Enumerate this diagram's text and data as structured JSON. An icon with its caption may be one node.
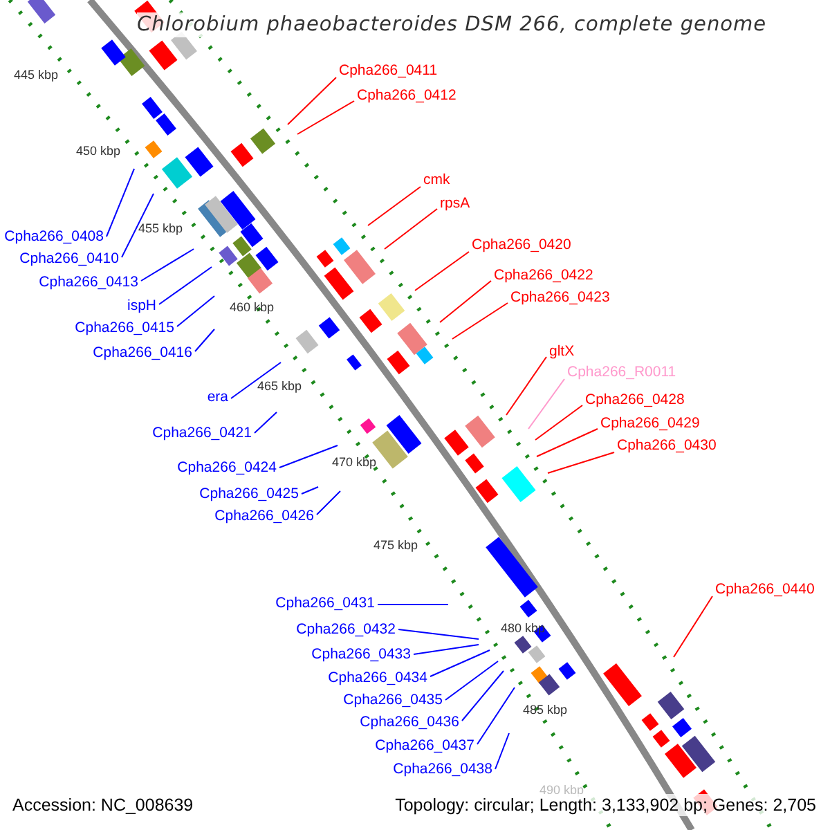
{
  "diagram": {
    "title": "Chlorobium phaeobacteroides DSM 266, complete genome",
    "nodes": [
      {
        "text": [
          "Cpha266_0411"
        ]
      },
      {
        "text": [
          "Cpha266_0412"
        ]
      },
      {
        "text": [
          "cmk"
        ]
      },
      {
        "text": [
          "rpsA"
        ]
      },
      {
        "text": [
          "Cpha266_0408"
        ]
      },
      {
        "text": [
          "Cpha266_0420"
        ]
      },
      {
        "text": [
          "Cpha266_0410"
        ]
      },
      {
        "text": [
          "Cpha266_0422"
        ]
      },
      {
        "text": [
          "Cpha266_0413"
        ]
      },
      {
        "text": [
          "Cpha266_0423"
        ]
      },
      {
        "text": [
          "ispH"
        ]
      },
      {
        "text": [
          "Cpha266_0415"
        ]
      },
      {
        "text": [
          "gltX"
        ]
      },
      {
        "text": [
          "Cpha266_0416"
        ]
      },
      {
        "text": [
          "Cpha266_R0011"
        ]
      },
      {
        "text": [
          "era"
        ]
      },
      {
        "text": [
          "Cpha266_0428"
        ]
      },
      {
        "text": [
          "Cpha266_0429"
        ]
      },
      {
        "text": [
          "Cpha266_0421"
        ]
      },
      {
        "text": [
          "Cpha266_0430"
        ]
      },
      {
        "text": [
          "Cpha266_0424"
        ]
      },
      {
        "text": [
          "Cpha266_0425"
        ]
      },
      {
        "text": [
          "Cpha266_0426"
        ]
      },
      {
        "text": [
          "Cpha266_0440"
        ]
      },
      {
        "text": [
          "Cpha266_0431"
        ]
      },
      {
        "text": [
          "Cpha266_0432"
        ]
      },
      {
        "text": [
          "Cpha266_0433"
        ]
      },
      {
        "text": [
          "Cpha266_0434"
        ]
      },
      {
        "text": [
          "Cpha266_0435"
        ]
      },
      {
        "text": [
          "Cpha266_0436"
        ]
      },
      {
        "text": [
          "Cpha266_0437"
        ]
      },
      {
        "text": [
          "Cpha266_0438"
        ]
      }
    ],
    "edges": [
      {
        "from": 0,
        "to": null,
        "arrow": "none",
        "color": "#ff0000"
      },
      {
        "from": 1,
        "to": null,
        "arrow": "none",
        "color": "#ff0000"
      },
      {
        "from": 2,
        "to": null,
        "arrow": "none",
        "color": "#ff0000"
      },
      {
        "from": 3,
        "to": null,
        "arrow": "none",
        "color": "#ff0000"
      },
      {
        "from": 4,
        "to": null,
        "arrow": "none"
      },
      {
        "from": 5,
        "to": null,
        "arrow": "none",
        "color": "#ff0000"
      },
      {
        "from": 6,
        "to": null,
        "arrow": "none"
      },
      {
        "from": 7,
        "to": null,
        "arrow": "none",
        "color": "#ff0000"
      },
      {
        "from": 8,
        "to": null,
        "arrow": "none"
      },
      {
        "from": 9,
        "to": null,
        "arrow": "none",
        "color": "#ff0000"
      },
      {
        "from": 10,
        "to": null,
        "arrow": "none"
      },
      {
        "from": 11,
        "to": null,
        "arrow": "none"
      },
      {
        "from": 12,
        "to": null,
        "arrow": "none",
        "color": "#ff0000"
      },
      {
        "from": 13,
        "to": null,
        "arrow": "none"
      },
      {
        "from": 14,
        "to": null,
        "arrow": "none",
        "color": "#ff99cc"
      },
      {
        "from": 15,
        "to": null,
        "arrow": "none"
      },
      {
        "from": 16,
        "to": null,
        "arrow": "none",
        "color": "#ff0000"
      },
      {
        "from": 17,
        "to": null,
        "arrow": "none",
        "color": "#ff0000"
      },
      {
        "from": 18,
        "to": null,
        "arrow": "none"
      },
      {
        "from": 19,
        "to": null,
        "arrow": "none",
        "color": "#ff0000"
      },
      {
        "from": 20,
        "to": null,
        "arrow": "none"
      },
      {
        "from": 21,
        "to": null,
        "arrow": "none"
      },
      {
        "from": 22,
        "to": null,
        "arrow": "none"
      },
      {
        "from": 23,
        "to": null,
        "arrow": "none",
        "color": "#ff0000"
      },
      {
        "from": 24,
        "to": null,
        "arrow": "none"
      },
      {
        "from": 25,
        "to": null,
        "arrow": "none"
      },
      {
        "from": 26,
        "to": null,
        "arrow": "none"
      },
      {
        "from": 27,
        "to": null,
        "arrow": "none"
      },
      {
        "from": 28,
        "to": null,
        "arrow": "none"
      },
      {
        "from": 29,
        "to": null,
        "arrow": "none"
      },
      {
        "from": 30,
        "to": null,
        "arrow": "none"
      },
      {
        "from": 31,
        "to": null,
        "arrow": "none"
      }
    ],
    "labels": [
      "445 kbp",
      "450 kbp",
      "455 kbp",
      "460 kbp",
      "465 kbp",
      "470 kbp",
      "475 kbp",
      "480 kbp",
      "485 kbp",
      "490 kbp",
      "Accession: NC_008639",
      "Topology: circular; Length: 3,133,902 bp; Genes: 2,705"
    ]
  }
}
